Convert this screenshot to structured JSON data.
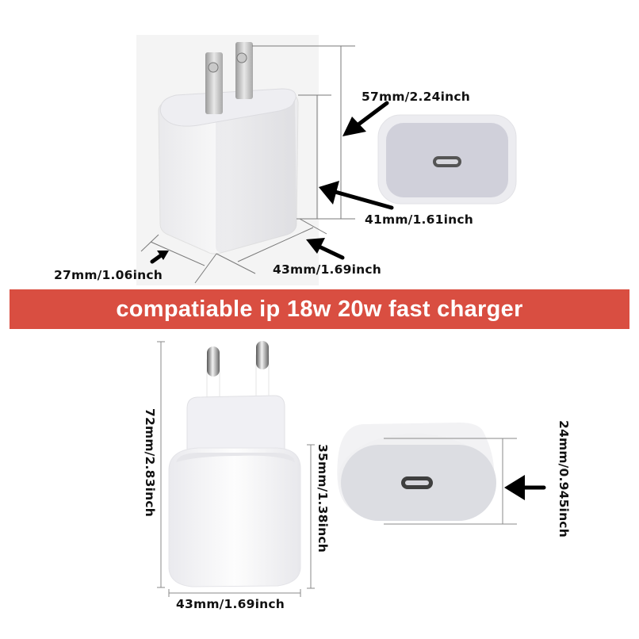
{
  "banner": {
    "text": "compatiable ip 18w 20w fast charger",
    "background_color": "#d94e41",
    "text_color": "#ffffff"
  },
  "us_charger": {
    "dimensions": {
      "depth": "27mm/1.06inch",
      "width": "43mm/1.69inch",
      "total_height": "57mm/2.24inch",
      "body_height": "41mm/1.61inch"
    },
    "front_view_icon": "usb-c-port-icon"
  },
  "eu_charger": {
    "dimensions": {
      "total_height": "72mm/2.83inch",
      "body_height": "35mm/1.38inch",
      "width": "43mm/1.69inch",
      "depth": "24mm/0.945inch"
    },
    "front_view_icon": "usb-c-port-icon"
  }
}
